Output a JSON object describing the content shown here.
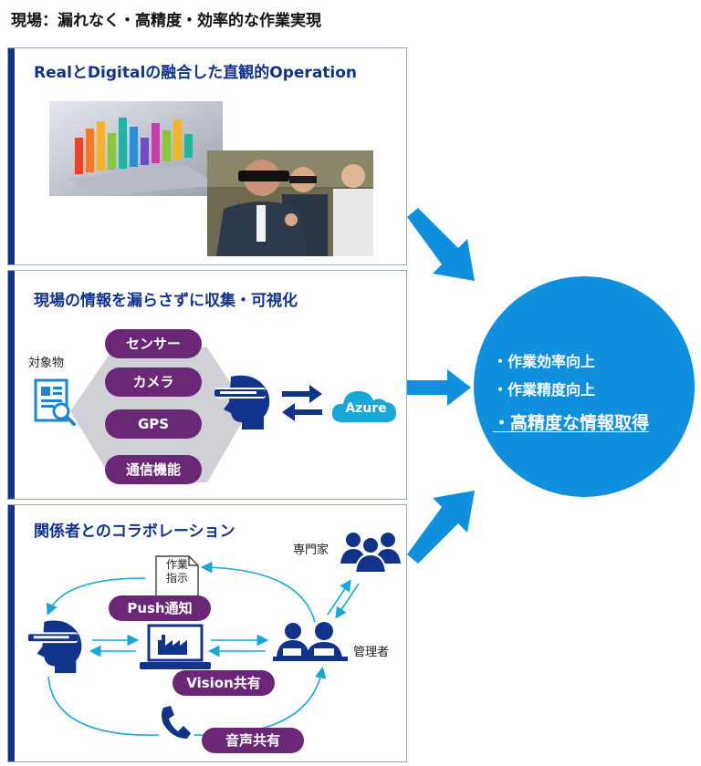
{
  "page_title": "現場：漏れなく・高精度・効率的な作業実現",
  "panels": [
    {
      "title": "RealとDigitalの融合した直観的Operation"
    },
    {
      "title": "現場の情報を漏らさずに収集・可視化"
    },
    {
      "title": "関係者とのコラボレーション"
    }
  ],
  "collection": {
    "target_label": "対象物",
    "sources": [
      "センサー",
      "カメラ",
      "GPS",
      "通信機能"
    ],
    "cloud_label": "Azure"
  },
  "collab": {
    "work_doc": "作業\n指示",
    "push_label": "Push通知",
    "vision_label": "Vision共有",
    "voice_label": "音声共有",
    "expert_label": "専門家",
    "manager_label": "管理者"
  },
  "results": [
    "・作業効率向上",
    "・作業精度向上",
    "・高精度な情報取得"
  ],
  "colors": {
    "navy": "#11338a",
    "purple": "#6a2776",
    "blue": "#0f8fdc",
    "cyan": "#19a7d8"
  }
}
